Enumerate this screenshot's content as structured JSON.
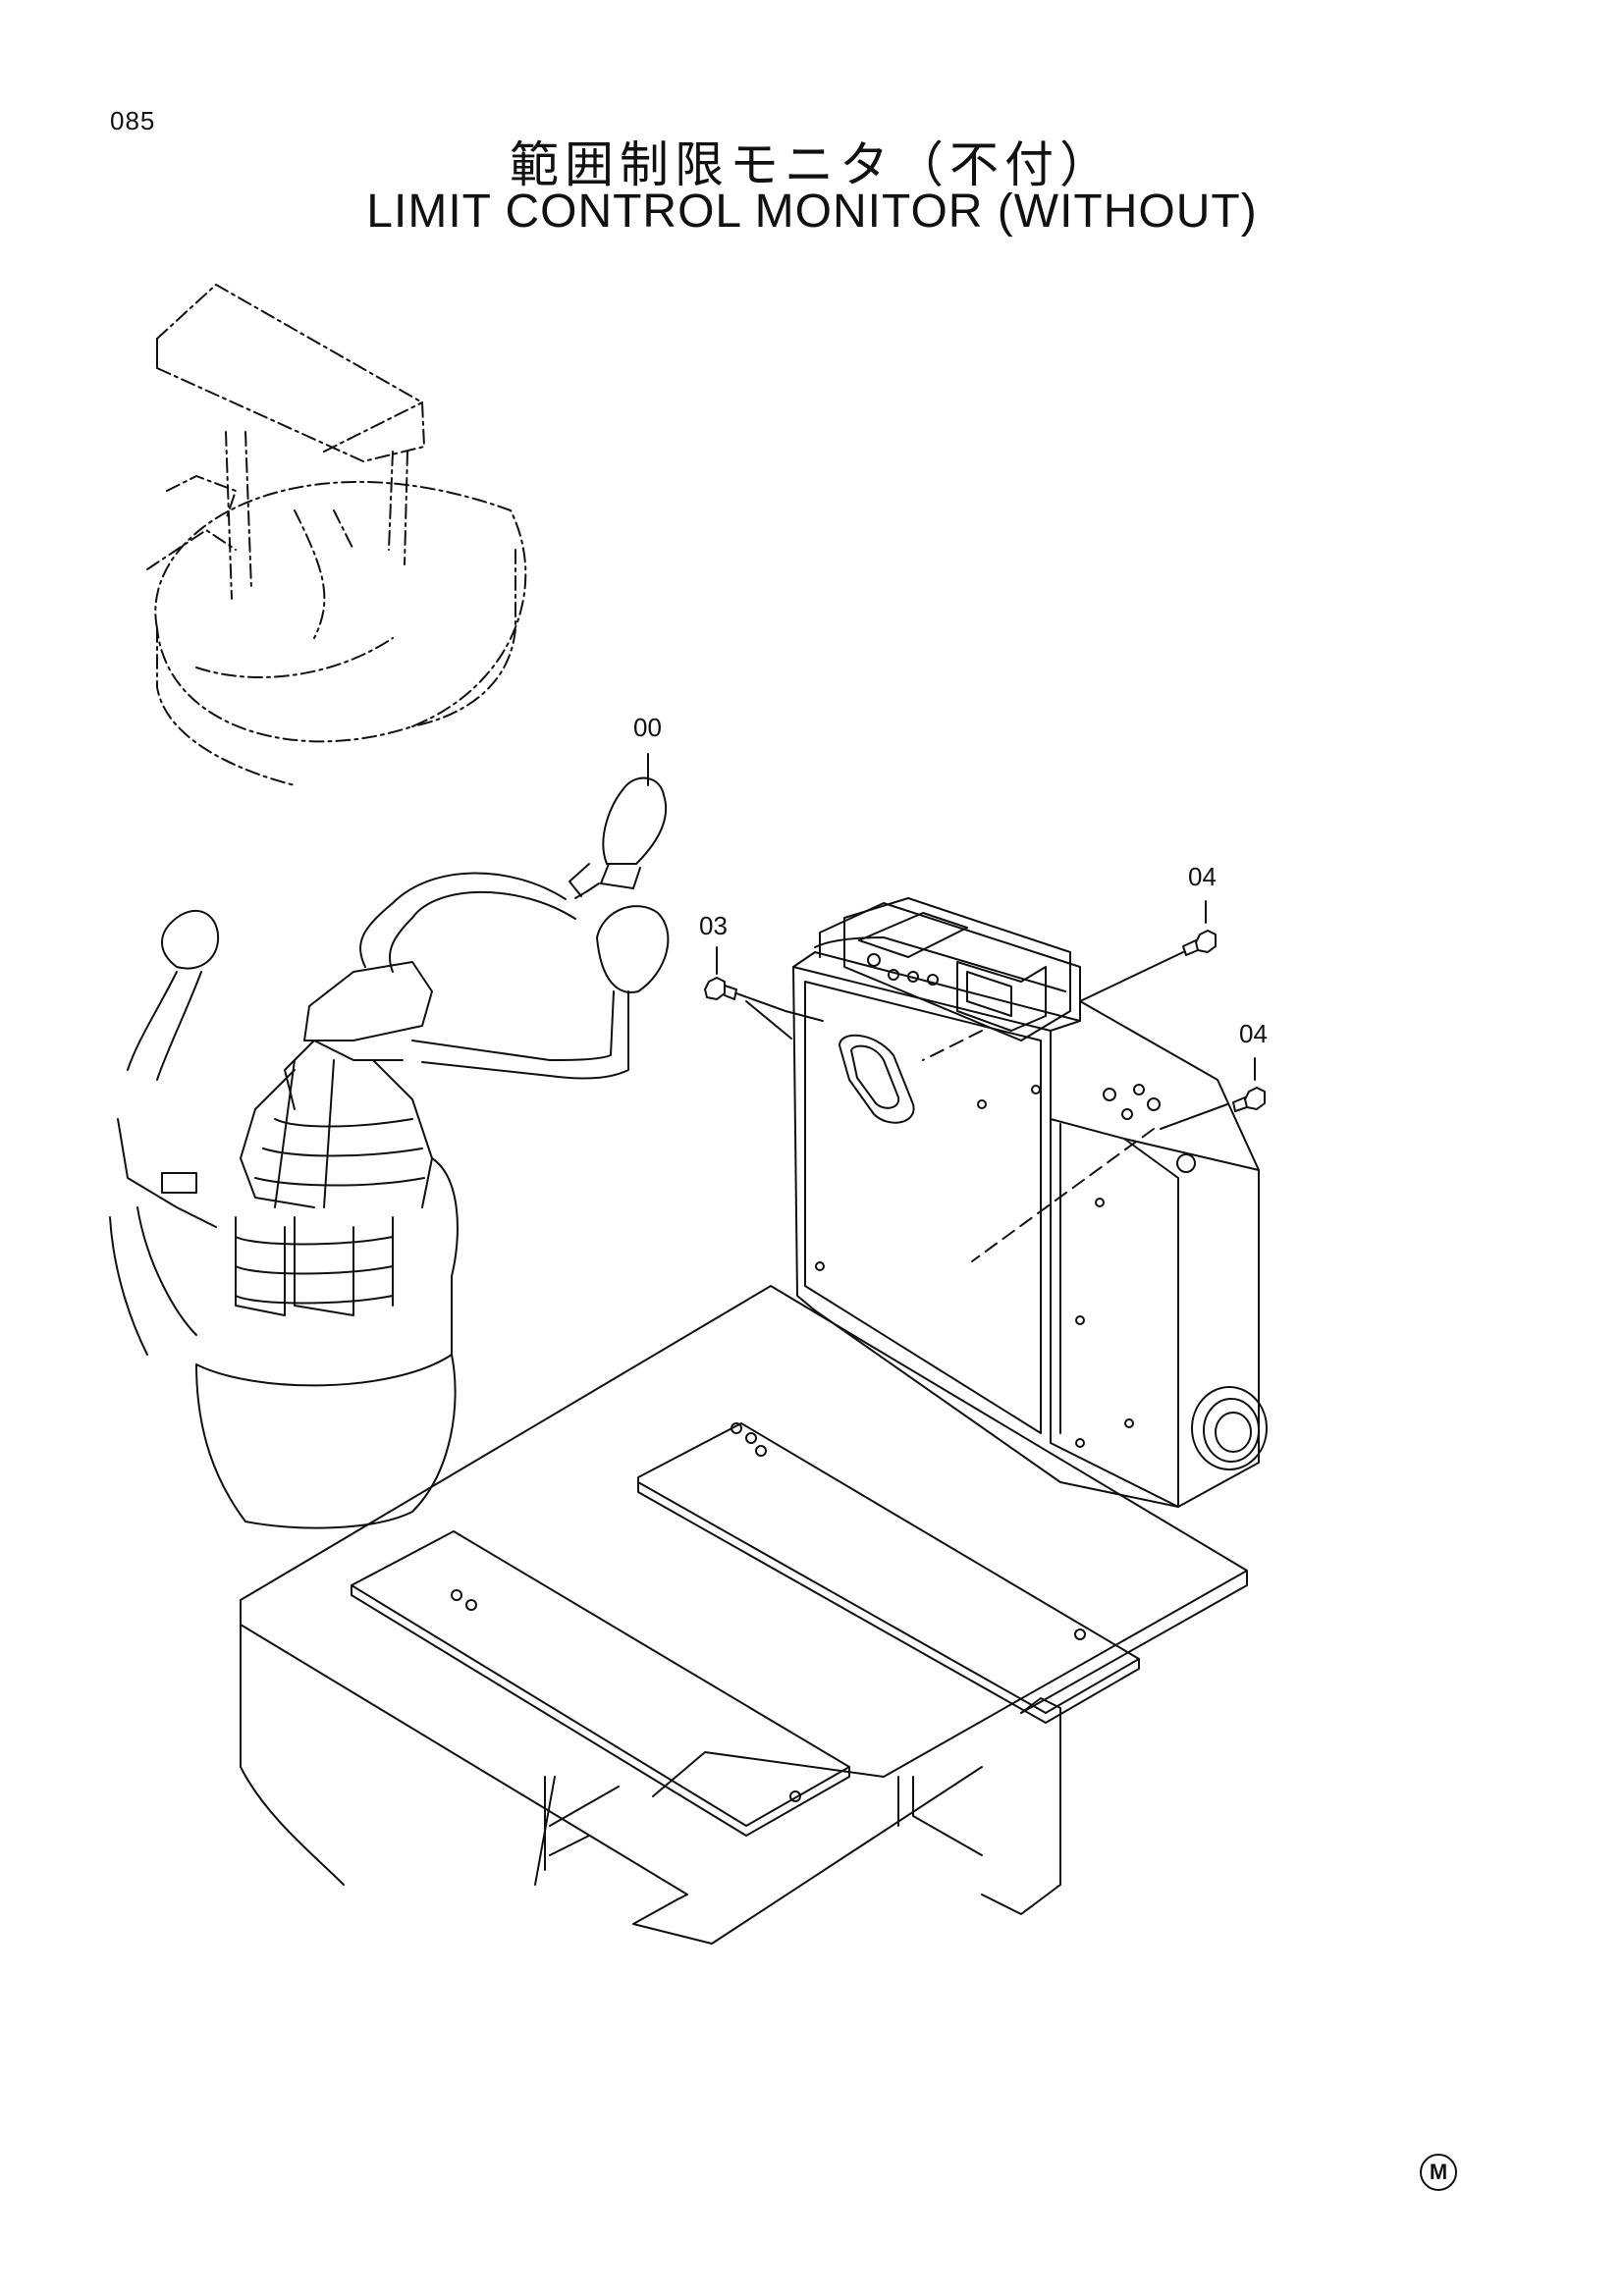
{
  "page": {
    "number": "085",
    "title_ja": "範囲制限モニタ（不付）",
    "title_en": "LIMIT CONTROL MONITOR (WITHOUT)"
  },
  "callouts": [
    {
      "label": "00"
    },
    {
      "label": "03"
    },
    {
      "label": "04"
    },
    {
      "label": "04"
    }
  ],
  "corner_mark": "M"
}
